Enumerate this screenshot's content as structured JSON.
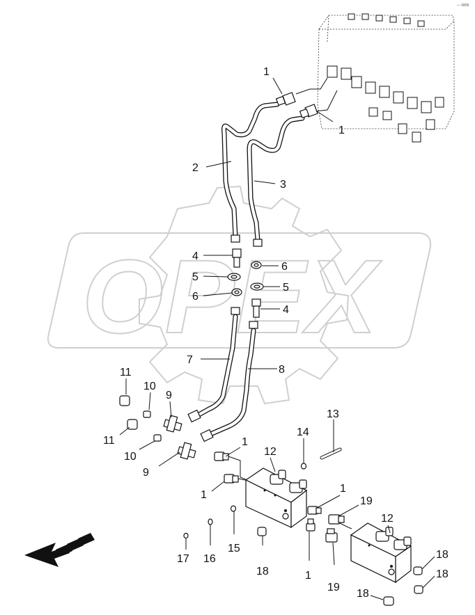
{
  "corner_mark": "— 5895",
  "watermark": {
    "text": "OPEX"
  },
  "callouts": [
    {
      "id": "c1a",
      "text": "1"
    },
    {
      "id": "c1b",
      "text": "1"
    },
    {
      "id": "c2",
      "text": "2"
    },
    {
      "id": "c3",
      "text": "3"
    },
    {
      "id": "c4a",
      "text": "4"
    },
    {
      "id": "c6a",
      "text": "6"
    },
    {
      "id": "c5a",
      "text": "5"
    },
    {
      "id": "c5b",
      "text": "5"
    },
    {
      "id": "c6b",
      "text": "6"
    },
    {
      "id": "c4b",
      "text": "4"
    },
    {
      "id": "c7",
      "text": "7"
    },
    {
      "id": "c8",
      "text": "8"
    },
    {
      "id": "c11a",
      "text": "11"
    },
    {
      "id": "c10a",
      "text": "10"
    },
    {
      "id": "c9a",
      "text": "9"
    },
    {
      "id": "c11b",
      "text": "11"
    },
    {
      "id": "c10b",
      "text": "10"
    },
    {
      "id": "c9b",
      "text": "9"
    },
    {
      "id": "c13",
      "text": "13"
    },
    {
      "id": "c14",
      "text": "14"
    },
    {
      "id": "c1c",
      "text": "1"
    },
    {
      "id": "c12a",
      "text": "12"
    },
    {
      "id": "c1d",
      "text": "1"
    },
    {
      "id": "c1e",
      "text": "1"
    },
    {
      "id": "c19a",
      "text": "19"
    },
    {
      "id": "c12b",
      "text": "12"
    },
    {
      "id": "c17",
      "text": "17"
    },
    {
      "id": "c16",
      "text": "16"
    },
    {
      "id": "c15",
      "text": "15"
    },
    {
      "id": "c18a",
      "text": "18"
    },
    {
      "id": "c1f",
      "text": "1"
    },
    {
      "id": "c19b",
      "text": "19"
    },
    {
      "id": "c18b",
      "text": "18"
    },
    {
      "id": "c18c",
      "text": "18"
    },
    {
      "id": "c18d",
      "text": "18"
    }
  ]
}
